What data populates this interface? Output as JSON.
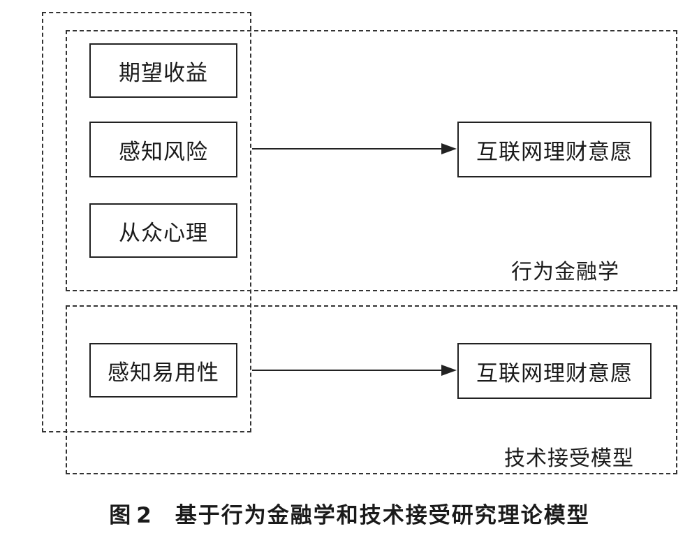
{
  "regions": {
    "behavioral_finance": {
      "label": "行为金融学"
    },
    "technology_acceptance": {
      "label": "技术接受模型"
    }
  },
  "factors": {
    "expected_return": "期望收益",
    "perceived_risk": "感知风险",
    "herd_mentality": "从众心理",
    "perceived_ease_of_use": "感知易用性"
  },
  "outcomes": {
    "behavioral_finance": "互联网理财意愿",
    "technology_acceptance": "互联网理财意愿"
  },
  "caption": {
    "figure_label": "图",
    "figure_number": "2",
    "title": "基于行为金融学和技术接受研究理论模型"
  }
}
